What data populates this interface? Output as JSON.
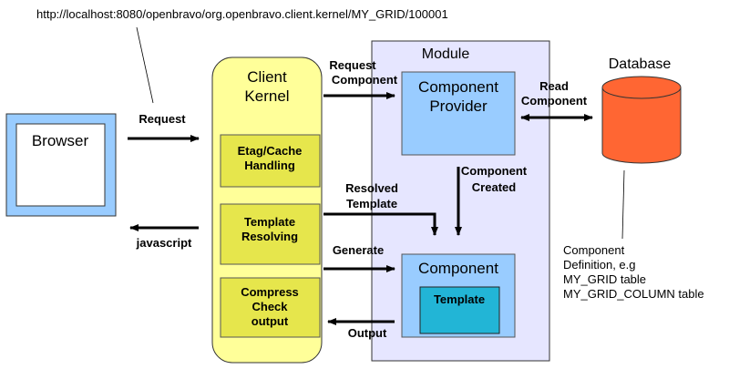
{
  "url_label": "http://localhost:8080/openbravo/org.openbravo.client.kernel/MY_GRID/100001",
  "browser": {
    "label": "Browser"
  },
  "client_kernel": {
    "title_lines": [
      "Client",
      "Kernel"
    ],
    "steps": [
      {
        "lines": [
          "Etag/Cache",
          "Handling"
        ]
      },
      {
        "lines": [
          "Template",
          "Resolving"
        ]
      },
      {
        "lines": [
          "Compress",
          "Check",
          "output"
        ]
      }
    ]
  },
  "module": {
    "title": "Module",
    "component_provider": {
      "lines": [
        "Component",
        "Provider"
      ]
    },
    "component": {
      "title": "Component",
      "template": "Template"
    }
  },
  "database": {
    "title": "Database",
    "note_lines": [
      "Component",
      "Definition, e.g",
      "MY_GRID table",
      "MY_GRID_COLUMN table"
    ]
  },
  "arrows": {
    "request": "Request",
    "javascript": "javascript",
    "request_component": [
      "Request",
      "Component"
    ],
    "read_component": [
      "Read",
      "Component"
    ],
    "component_created": [
      "Component",
      "Created"
    ],
    "resolved_template": [
      "Resolved",
      "Template"
    ],
    "generate": "Generate",
    "output": "Output"
  },
  "colors": {
    "browser_border": "#99ccff",
    "kernel_fill": "#ffff99",
    "kernel_step_fill": "#e6e64c",
    "module_fill": "#e6e6ff",
    "provider_fill": "#99ccff",
    "template_fill": "#22b5d6",
    "database_fill": "#ff6633"
  }
}
